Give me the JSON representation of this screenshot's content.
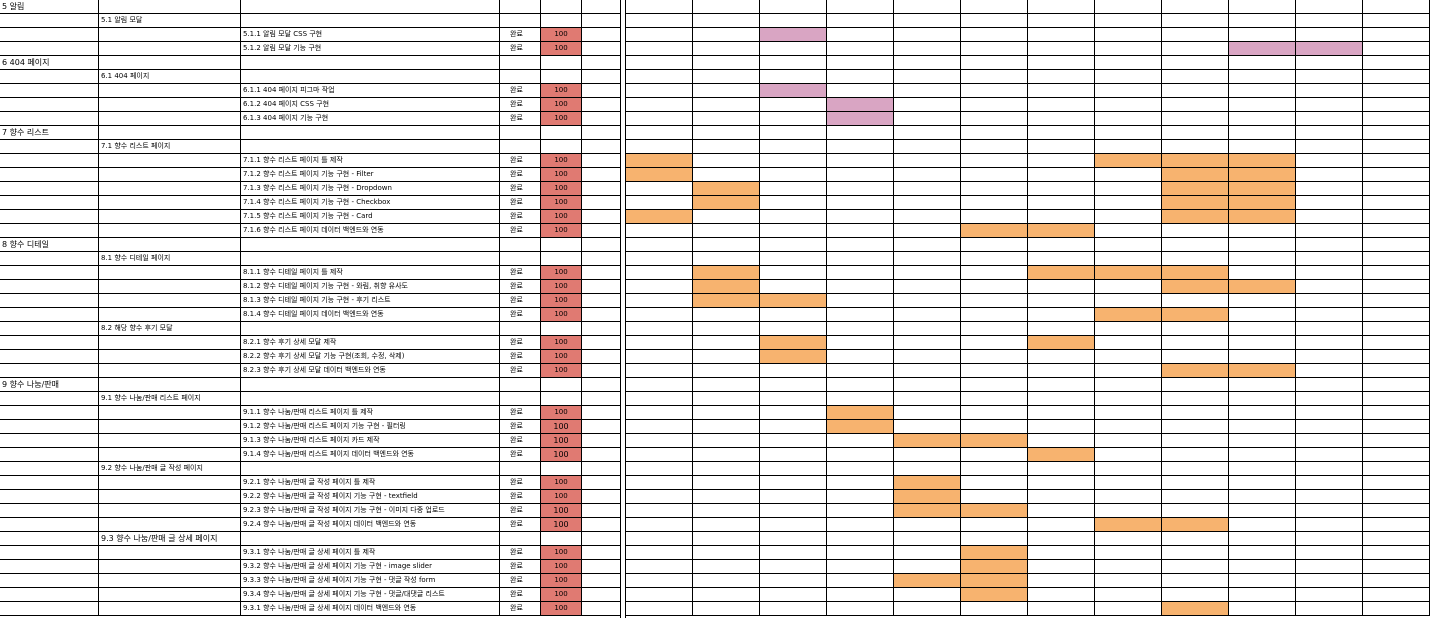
{
  "colors": {
    "progress_fill": "#e07a72",
    "bar_pink": "#d9a5c3",
    "bar_orange": "#f7b36f",
    "grid": "#000000"
  },
  "rows": [
    {
      "level": 1,
      "text": "5 알림"
    },
    {
      "level": 2,
      "text": "5.1 알림 모달"
    },
    {
      "level": 3,
      "text": "5.1.1 알림 모달 CSS 구현",
      "status": "완료",
      "progress": "100",
      "bars": [
        {
          "c": 2,
          "color": "pink"
        }
      ]
    },
    {
      "level": 3,
      "text": "5.1.2 알림 모달 기능 구현",
      "status": "완료",
      "progress": "100",
      "bars": [
        {
          "c": 9,
          "color": "pink"
        },
        {
          "c": 10,
          "color": "pink"
        }
      ]
    },
    {
      "level": 1,
      "text": "6 404 페이지"
    },
    {
      "level": 2,
      "text": "6.1 404 페이지"
    },
    {
      "level": 3,
      "text": "6.1.1 404 페이지 피그마 작업",
      "status": "완료",
      "progress": "100",
      "bars": [
        {
          "c": 2,
          "color": "pink"
        }
      ]
    },
    {
      "level": 3,
      "text": "6.1.2 404 페이지 CSS 구현",
      "status": "완료",
      "progress": "100",
      "bars": [
        {
          "c": 3,
          "color": "pink"
        }
      ]
    },
    {
      "level": 3,
      "text": "6.1.3 404 페이지 기능 구현",
      "status": "완료",
      "progress": "100",
      "bars": [
        {
          "c": 3,
          "color": "pink"
        }
      ]
    },
    {
      "level": 1,
      "text": "7 향수 리스트"
    },
    {
      "level": 2,
      "text": "7.1 향수 리스트 페이지"
    },
    {
      "level": 3,
      "text": "7.1.1 향수 리스트 페이지 틀 제작",
      "status": "완료",
      "progress": "100",
      "bars": [
        {
          "c": 0,
          "color": "orange"
        },
        {
          "c": 7,
          "color": "orange"
        },
        {
          "c": 8,
          "color": "orange"
        },
        {
          "c": 9,
          "color": "orange"
        }
      ]
    },
    {
      "level": 3,
      "text": "7.1.2 향수 리스트 페이지 기능 구현 - Filter",
      "status": "완료",
      "progress": "100",
      "bars": [
        {
          "c": 0,
          "color": "orange"
        },
        {
          "c": 8,
          "color": "orange"
        },
        {
          "c": 9,
          "color": "orange"
        }
      ]
    },
    {
      "level": 3,
      "text": "7.1.3 향수 리스트 페이지 기능 구현 - Dropdown",
      "status": "완료",
      "progress": "100",
      "bars": [
        {
          "c": 1,
          "color": "orange"
        },
        {
          "c": 8,
          "color": "orange"
        },
        {
          "c": 9,
          "color": "orange"
        }
      ]
    },
    {
      "level": 3,
      "text": "7.1.4 향수 리스트 페이지 기능 구현 - Checkbox",
      "status": "완료",
      "progress": "100",
      "bars": [
        {
          "c": 1,
          "color": "orange"
        },
        {
          "c": 8,
          "color": "orange"
        },
        {
          "c": 9,
          "color": "orange"
        }
      ]
    },
    {
      "level": 3,
      "text": "7.1.5 향수 리스트 페이지 기능 구현 - Card",
      "status": "완료",
      "progress": "100",
      "bars": [
        {
          "c": 0,
          "color": "orange"
        },
        {
          "c": 8,
          "color": "orange"
        },
        {
          "c": 9,
          "color": "orange"
        }
      ]
    },
    {
      "level": 3,
      "text": "7.1.6 향수 리스트 페이지 데이터 백엔드와 연동",
      "status": "완료",
      "progress": "100",
      "bars": [
        {
          "c": 5,
          "color": "orange"
        },
        {
          "c": 6,
          "color": "orange"
        }
      ]
    },
    {
      "level": 1,
      "text": "8 향수 디테일"
    },
    {
      "level": 2,
      "text": "8.1 향수 디테일 페이지"
    },
    {
      "level": 3,
      "text": "8.1.1 향수 디테일 페이지 틀 제작",
      "status": "완료",
      "progress": "100",
      "bars": [
        {
          "c": 1,
          "color": "orange"
        },
        {
          "c": 6,
          "color": "orange"
        },
        {
          "c": 7,
          "color": "orange"
        },
        {
          "c": 8,
          "color": "orange"
        }
      ]
    },
    {
      "level": 3,
      "text": "8.1.2 향수 디테일 페이지 기능 구현 - 와림, 취향 유사도",
      "status": "완료",
      "progress": "100",
      "bars": [
        {
          "c": 1,
          "color": "orange"
        },
        {
          "c": 8,
          "color": "orange"
        },
        {
          "c": 9,
          "color": "orange"
        }
      ]
    },
    {
      "level": 3,
      "text": "8.1.3 향수 디테일 페이지 기능 구현 - 후기 리스트",
      "status": "완료",
      "progress": "100",
      "bars": [
        {
          "c": 1,
          "color": "orange"
        },
        {
          "c": 2,
          "color": "orange"
        }
      ]
    },
    {
      "level": 3,
      "text": "8.1.4 향수 디테일 페이지 데이터 백엔드와 연동",
      "status": "완료",
      "progress": "100",
      "bars": [
        {
          "c": 7,
          "color": "orange"
        },
        {
          "c": 8,
          "color": "orange"
        }
      ]
    },
    {
      "level": 2,
      "text": "8.2 해당 향수 후기 모달"
    },
    {
      "level": 3,
      "text": "8.2.1 향수 후기 상세 모달 제작",
      "status": "완료",
      "progress": "100",
      "bars": [
        {
          "c": 2,
          "color": "orange"
        },
        {
          "c": 6,
          "color": "orange"
        }
      ]
    },
    {
      "level": 3,
      "text": "8.2.2 향수 후기 상세 모달 기능 구현(조회, 수정, 삭제)",
      "status": "완료",
      "progress": "100",
      "bars": [
        {
          "c": 2,
          "color": "orange"
        }
      ]
    },
    {
      "level": 3,
      "text": "8.2.3 향수 후기 상세 모달 데이터 백엔드와 연동",
      "status": "완료",
      "progress": "100",
      "bars": [
        {
          "c": 8,
          "color": "orange"
        },
        {
          "c": 9,
          "color": "orange"
        }
      ]
    },
    {
      "level": 1,
      "text": "9 향수 나눔/판매"
    },
    {
      "level": 2,
      "text": "9.1 향수 나눔/판매 리스트 페이지"
    },
    {
      "level": 3,
      "text": "9.1.1 향수 나눔/판매 리스트 페이지 틀 제작",
      "status": "완료",
      "progress": "100",
      "bars": [
        {
          "c": 3,
          "color": "orange"
        }
      ]
    },
    {
      "level": 3,
      "text": "9.1.2 향수 나눔/판매 리스트 페이지 기능 구현 - 필터링",
      "status": "완료",
      "progress": "100",
      "big": true,
      "bars": [
        {
          "c": 3,
          "color": "orange"
        }
      ]
    },
    {
      "level": 3,
      "text": "9.1.3 향수 나눔/판매 리스트 페이지 카드 제작",
      "status": "완료",
      "progress": "100",
      "big": true,
      "bars": [
        {
          "c": 4,
          "color": "orange"
        },
        {
          "c": 5,
          "color": "orange"
        }
      ]
    },
    {
      "level": 3,
      "text": "9.1.4 향수 나눔/판매 리스트 페이지 데이터 백엔드와 연동",
      "status": "완료",
      "progress": "100",
      "big": true,
      "bars": [
        {
          "c": 6,
          "color": "orange"
        }
      ]
    },
    {
      "level": 2,
      "text": "9.2 향수 나눔/판매 글 작성 페이지"
    },
    {
      "level": 3,
      "text": "9.2.1 향수 나눔/판매 글 작성 페이지 틀 제작",
      "status": "완료",
      "progress": "100",
      "bars": [
        {
          "c": 4,
          "color": "orange"
        }
      ]
    },
    {
      "level": 3,
      "text": "9.2.2 향수 나눔/판매 글 작성 페이지 기능 구현 - textfield",
      "status": "완료",
      "progress": "100",
      "bars": [
        {
          "c": 4,
          "color": "orange"
        }
      ]
    },
    {
      "level": 3,
      "text": "9.2.3 향수 나눔/판매 글 작성 페이지 기능 구현 - 이미지 다중 업로드",
      "status": "완료",
      "progress": "100",
      "big": true,
      "bars": [
        {
          "c": 4,
          "color": "orange"
        },
        {
          "c": 5,
          "color": "orange"
        }
      ]
    },
    {
      "level": 3,
      "text": "9.2.4 향수 나눔/판매 글 작성 페이지 데이터 백엔드와 연동",
      "status": "완료",
      "progress": "100",
      "big": true,
      "bars": [
        {
          "c": 7,
          "color": "orange"
        },
        {
          "c": 8,
          "color": "orange"
        }
      ]
    },
    {
      "level": 2,
      "text": "9.3 향수 나눔/판매 글 상세 페이지",
      "big": true
    },
    {
      "level": 3,
      "text": "9.3.1 향수 나눔/판매 글 상세 페이지 틀 제작",
      "status": "완료",
      "progress": "100",
      "bars": [
        {
          "c": 5,
          "color": "orange"
        }
      ]
    },
    {
      "level": 3,
      "text": "9.3.2 향수 나눔/판매 글 상세 페이지 기능 구현 - image slider",
      "status": "완료",
      "progress": "100",
      "bars": [
        {
          "c": 5,
          "color": "orange"
        }
      ]
    },
    {
      "level": 3,
      "text": "9.3.3 향수 나눔/판매 글 상세 페이지 기능 구현 - 댓글 작성 form",
      "status": "완료",
      "progress": "100",
      "bars": [
        {
          "c": 4,
          "color": "orange"
        },
        {
          "c": 5,
          "color": "orange"
        }
      ]
    },
    {
      "level": 3,
      "text": "9.3.4 향수 나눔/판매 글 상세 페이지 기능 구현 - 댓글/대댓글 리스트",
      "status": "완료",
      "progress": "100",
      "bars": [
        {
          "c": 5,
          "color": "orange"
        }
      ]
    },
    {
      "level": 3,
      "text": "9.3.1 향수 나눔/판매 글 상세 페이지 데이터 백엔드와 연동",
      "status": "완료",
      "progress": "100",
      "bars": [
        {
          "c": 8,
          "color": "orange"
        }
      ]
    }
  ]
}
